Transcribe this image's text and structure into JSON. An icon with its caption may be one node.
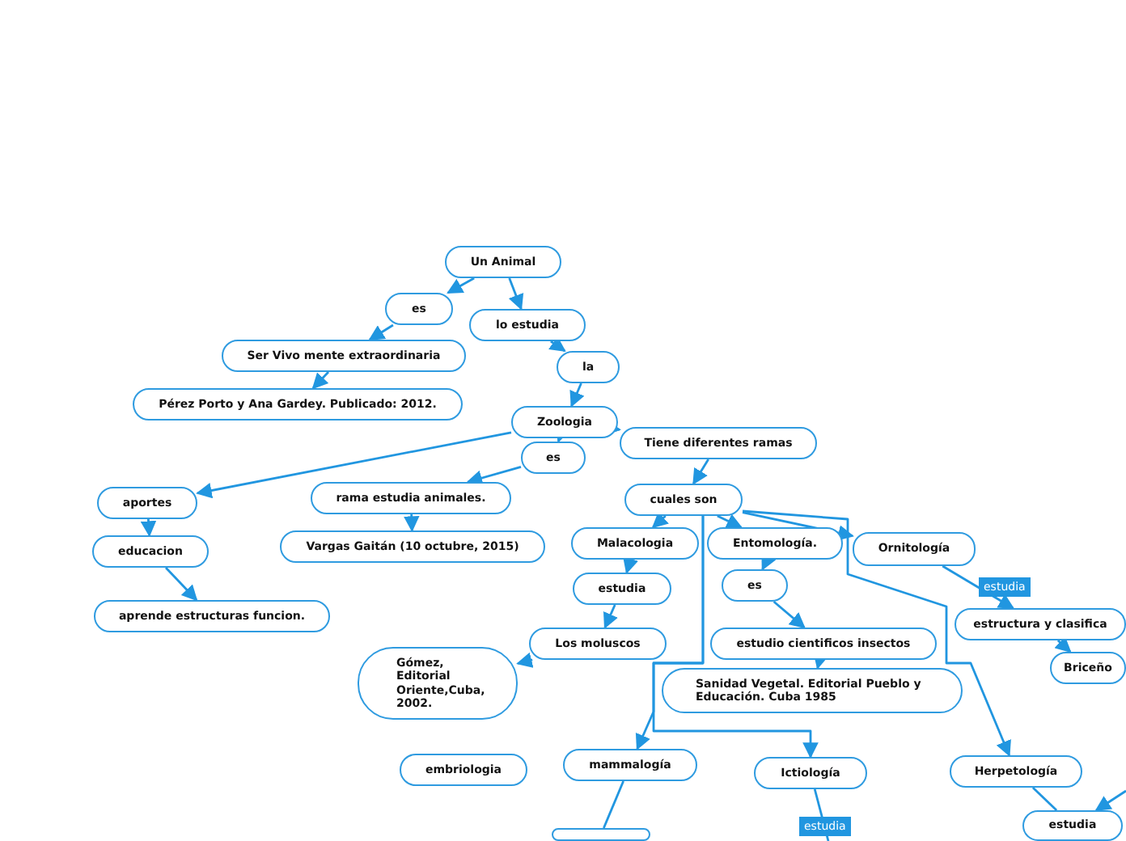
{
  "diagram": {
    "nodes": [
      {
        "text": [
          "Un Animal"
        ]
      },
      {
        "text": [
          "es"
        ]
      },
      {
        "text": [
          "lo estudia"
        ]
      },
      {
        "text": [
          "Ser Vivo mente extraordinaria"
        ]
      },
      {
        "text": [
          "la"
        ]
      },
      {
        "text": [
          "Pérez Porto y Ana Gardey. Publicado: 2012."
        ]
      },
      {
        "text": [
          "Zoologia"
        ]
      },
      {
        "text": [
          "Tiene diferentes ramas"
        ]
      },
      {
        "text": [
          "es"
        ]
      },
      {
        "text": [
          "aportes"
        ]
      },
      {
        "text": [
          "rama estudia animales."
        ]
      },
      {
        "text": [
          "cuales son"
        ]
      },
      {
        "text": [
          "educacion"
        ]
      },
      {
        "text": [
          "Vargas Gaitán (10 octubre, 2015)"
        ]
      },
      {
        "text": [
          "Malacologia"
        ]
      },
      {
        "text": [
          "Entomología."
        ]
      },
      {
        "text": [
          "Ornitología"
        ]
      },
      {
        "text": [
          "estudia"
        ]
      },
      {
        "text": [
          "es"
        ]
      },
      {
        "text": [
          "estructura y clasifica"
        ]
      },
      {
        "text": [
          "aprende estructuras funcion."
        ]
      },
      {
        "text": [
          "Los moluscos"
        ]
      },
      {
        "text": [
          "estudio cientificos insectos"
        ]
      },
      {
        "text": [
          "Gómez, Editorial Oriente,Cuba, 2002."
        ]
      },
      {
        "text": [
          "Briceño"
        ]
      },
      {
        "text": [
          "Sanidad Vegetal. Editorial Pueblo y Educación. Cuba 1985"
        ]
      },
      {
        "text": [
          "embriologia"
        ]
      },
      {
        "text": [
          "mammalogía"
        ]
      },
      {
        "text": [
          "Ictiología"
        ]
      },
      {
        "text": [
          "Herpetología"
        ]
      },
      {
        "text": [
          "estudia"
        ]
      },
      {
        "text": [],
        "shape": "box"
      }
    ],
    "edges": [
      {
        "from": 0,
        "to": 1,
        "arrow": "to"
      },
      {
        "from": 0,
        "to": 2,
        "arrow": "to"
      },
      {
        "from": 1,
        "to": 3,
        "arrow": "to"
      },
      {
        "from": 3,
        "to": 5,
        "arrow": "to"
      },
      {
        "from": 2,
        "to": 4,
        "arrow": "to"
      },
      {
        "from": 4,
        "to": 6,
        "arrow": "to"
      },
      {
        "from": 6,
        "to": 7,
        "arrow": "to"
      },
      {
        "from": 6,
        "to": 8,
        "arrow": "to"
      },
      {
        "from": 6,
        "to": 9,
        "arrow": "to"
      },
      {
        "from": 8,
        "to": 10,
        "arrow": "to"
      },
      {
        "from": 10,
        "to": 13,
        "arrow": "to"
      },
      {
        "from": 9,
        "to": 12,
        "arrow": "to"
      },
      {
        "from": 12,
        "to": 20,
        "arrow": "to"
      },
      {
        "from": 7,
        "to": 11,
        "arrow": "to"
      },
      {
        "from": 11,
        "to": 14,
        "arrow": "to"
      },
      {
        "from": 11,
        "to": 15,
        "arrow": "to"
      },
      {
        "from": 11,
        "to": 16,
        "arrow": "to"
      },
      {
        "from": 11,
        "to": 27,
        "arrow": "to"
      },
      {
        "from": 11,
        "to": 28,
        "arrow": "to"
      },
      {
        "from": 11,
        "to": 29,
        "arrow": "to"
      },
      {
        "from": 14,
        "to": 17,
        "arrow": "to"
      },
      {
        "from": 17,
        "to": 21,
        "arrow": "to"
      },
      {
        "from": 21,
        "to": 23,
        "arrow": "to"
      },
      {
        "from": 15,
        "to": 18,
        "arrow": "to"
      },
      {
        "from": 18,
        "to": 22,
        "arrow": "to"
      },
      {
        "from": 22,
        "to": 25,
        "arrow": "to"
      },
      {
        "from": 16,
        "to": 19,
        "arrow": "to",
        "label": "estudia"
      },
      {
        "from": 19,
        "to": 24,
        "arrow": "to"
      },
      {
        "from": 28,
        "to": null,
        "arrow": "none",
        "label": "estudia"
      },
      {
        "from": 29,
        "to": 30,
        "arrow": "none"
      },
      {
        "from": null,
        "to": 30,
        "arrow": "to"
      },
      {
        "from": 27,
        "to": 31,
        "arrow": "none"
      }
    ]
  }
}
